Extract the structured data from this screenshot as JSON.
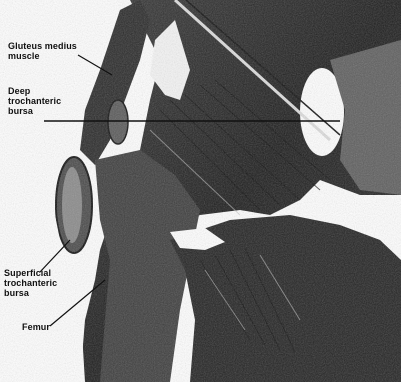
{
  "labels": {
    "gluteus_medius": [
      "Gluteus medius",
      "muscle"
    ],
    "deep_bursa": [
      "Deep",
      "trochanteric",
      "bursa"
    ],
    "superficial_bursa": [
      "Superficial",
      "trochanteric",
      "bursa"
    ],
    "femur": "Femur"
  },
  "colors": {
    "ink": "#111111",
    "tissue_dark": "#1c1c1c",
    "tissue_mid": "#6e6e6e",
    "highlight": "#ffffff"
  }
}
